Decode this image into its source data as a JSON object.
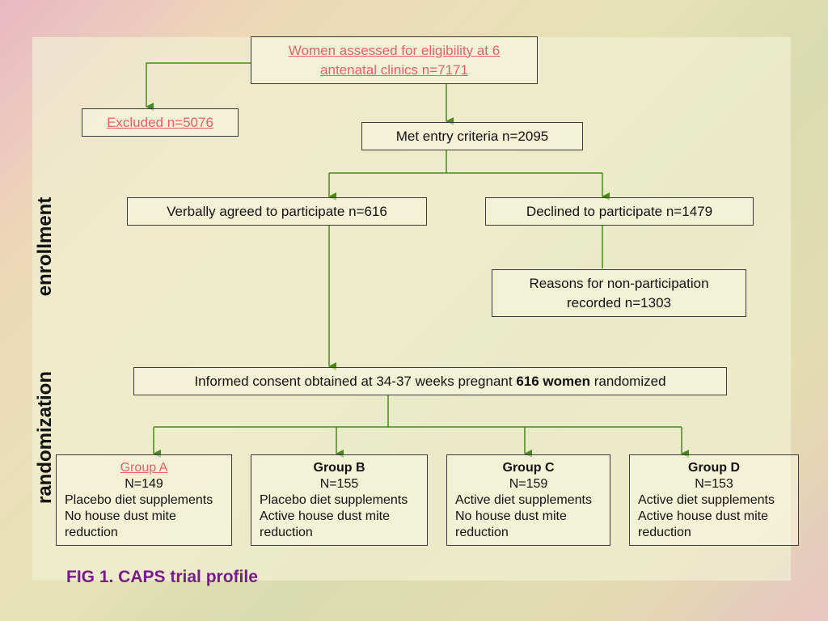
{
  "colors": {
    "line": "#4a8a1a",
    "link": "#e8606a",
    "caption": "#7a1a8a"
  },
  "side_labels": {
    "enrollment": "enrollment",
    "randomization": "randomization"
  },
  "boxes": {
    "assessed": {
      "line1": "Women assessed for eligibility at 6",
      "line2": "antenatal clinics n=7171"
    },
    "excluded": "Excluded n=5076",
    "met": "Met entry criteria n=2095",
    "agreed": "Verbally agreed to participate n=616",
    "declined": "Declined to participate n=1479",
    "reasons": {
      "line1": "Reasons for non-participation",
      "line2": "recorded n=1303"
    },
    "consent": {
      "pre": "Informed consent obtained at 34-37 weeks pregnant ",
      "bold": "616 women",
      "post": " randomized"
    }
  },
  "groups": [
    {
      "title": "Group A",
      "n": "N=149",
      "l1": "Placebo diet supplements",
      "l2": "No house dust mite",
      "l3": "reduction"
    },
    {
      "title": "Group B",
      "n": "N=155",
      "l1": "Placebo diet supplements",
      "l2": "Active house dust mite",
      "l3": "reduction"
    },
    {
      "title": "Group C",
      "n": "N=159",
      "l1": "Active diet supplements",
      "l2": "No house dust mite",
      "l3": "reduction"
    },
    {
      "title": "Group D",
      "n": "N=153",
      "l1": "Active diet supplements",
      "l2": "Active house dust mite",
      "l3": "reduction"
    }
  ],
  "caption": "FIG 1. CAPS trial profile"
}
